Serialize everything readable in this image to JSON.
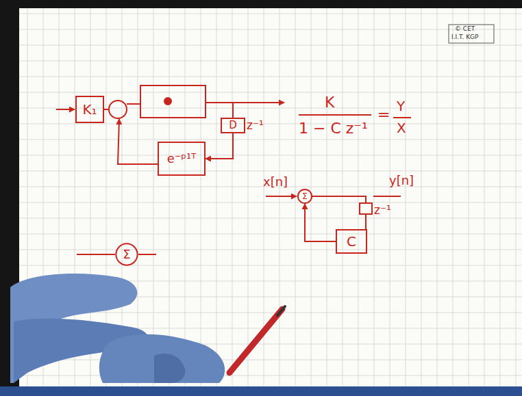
{
  "diagram": {
    "nodes": [
      {
        "text": [
          "K₁"
        ]
      },
      {
        "text": [
          "D",
          "z⁻¹"
        ]
      },
      {
        "text": [
          "e⁻ᵖ¹ᵀ"
        ]
      },
      {
        "text": [
          "Σ"
        ]
      },
      {
        "text": [
          "z⁻¹"
        ]
      },
      {
        "text": [
          "C"
        ]
      },
      {
        "text": [
          "Σ"
        ]
      }
    ],
    "edges": [
      {
        "from": 1,
        "to": 2,
        "arrow": "to"
      },
      {
        "from": 3,
        "to": 4,
        "arrow": "none"
      },
      {
        "from": 4,
        "to": 5,
        "arrow": "none"
      },
      {
        "from": 5,
        "to": 3,
        "arrow": "to"
      }
    ],
    "labels": [
      "© CET",
      "I.I.T. KGP",
      "K",
      "1 − C z⁻¹",
      "=",
      "Y",
      "X",
      "x[n]",
      "y[n]"
    ]
  }
}
